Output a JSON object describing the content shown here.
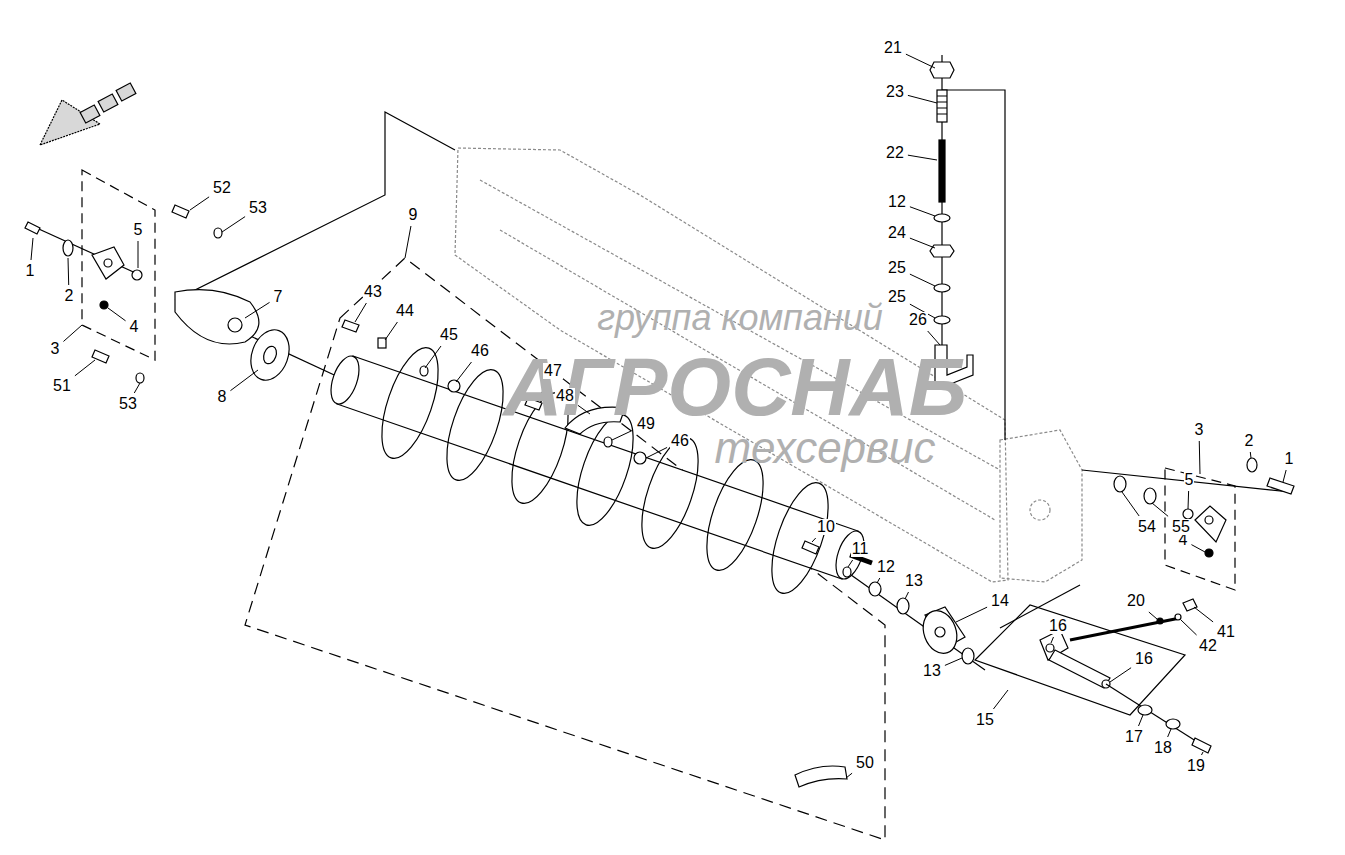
{
  "diagram": {
    "labels": [
      "21",
      "23",
      "22",
      "52",
      "53",
      "12",
      "24",
      "9",
      "25",
      "43",
      "44",
      "5",
      "1",
      "2",
      "7",
      "25",
      "26",
      "45",
      "46",
      "4",
      "3",
      "51",
      "53",
      "8",
      "47",
      "48",
      "49",
      "46",
      "3",
      "2",
      "1",
      "5",
      "4",
      "54",
      "55",
      "10",
      "11",
      "12",
      "13",
      "14",
      "20",
      "41",
      "42",
      "16",
      "16",
      "13",
      "15",
      "17",
      "18",
      "19",
      "50",
      "группа компаний",
      "АГРОСНАБ",
      "техсервис"
    ]
  }
}
